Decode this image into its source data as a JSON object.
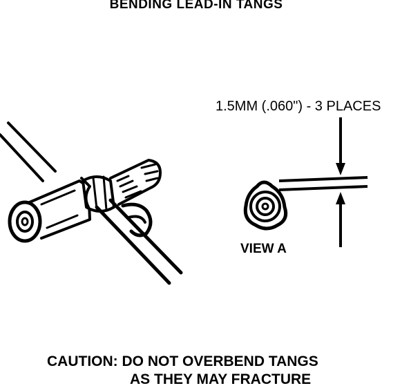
{
  "title": "BENDING LEAD-IN TANGS",
  "dimension_label": "1.5MM (.060\") - 3 PLACES",
  "view_label": "VIEW A",
  "caution": {
    "line1": "CAUTION: DO NOT OVERBEND TANGS",
    "line2": "AS THEY MAY FRACTURE"
  }
}
